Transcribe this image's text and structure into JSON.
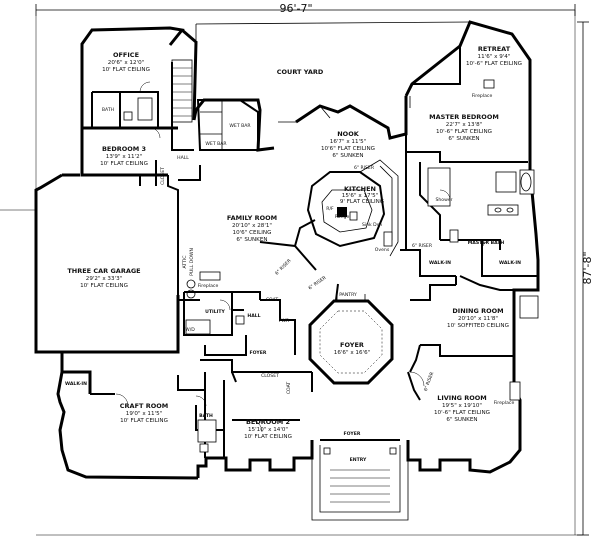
{
  "dimensions": {
    "width": "96'-7\"",
    "depth": "87'-8\""
  },
  "rooms": {
    "office": {
      "name": "OFFICE",
      "size": "20'6\" x 12'0\"",
      "ceiling": "10' FLAT CEILING"
    },
    "court_yard": {
      "name": "COURT YARD"
    },
    "retreat": {
      "name": "RETREAT",
      "size": "11'6\" x 9'4\"",
      "ceiling": "10'-6\" FLAT CEILING"
    },
    "bath_upper": {
      "name": "BATH"
    },
    "bedroom3": {
      "name": "BEDROOM 3",
      "size": "13'9\" x 11'2\"",
      "ceiling": "10' FLAT CEILING"
    },
    "wet_bar_1": {
      "name": "WET BAR"
    },
    "wet_bar_2": {
      "name": "WET BAR"
    },
    "master_bedroom": {
      "name": "MASTER BEDROOM",
      "size": "22'7\" x 13'8\"",
      "ceiling": "10'-6\" FLAT CEILING",
      "note": "6\" SUNKEN"
    },
    "nook": {
      "name": "NOOK",
      "size": "16'7\" x 11'5\"",
      "ceiling": "10'6\" FLAT CEILING",
      "note": "6\" SUNKEN"
    },
    "hall_upper": {
      "name": "HALL"
    },
    "closet_upper": {
      "name": "CLOSET"
    },
    "kitchen": {
      "name": "KITCHEN",
      "size": "15'6\" x 17'5\"",
      "ceiling": "9' FLAT CEILING"
    },
    "master_bath": {
      "name": "MASTER BATH"
    },
    "family_room": {
      "name": "FAMILY ROOM",
      "size": "20'10\" x 28'1\"",
      "ceiling": "10'6\" CEILING",
      "note": "6\" SUNKEN"
    },
    "garage": {
      "name": "THREE CAR GARAGE",
      "size": "29'2\" x 33'3\"",
      "ceiling": "10' FLAT CEILING"
    },
    "walk_in_1": {
      "name": "WALK-IN"
    },
    "walk_in_2": {
      "name": "WALK-IN"
    },
    "utility": {
      "name": "UTILITY"
    },
    "coat_1": {
      "name": "COAT"
    },
    "pantry": {
      "name": "PANTRY"
    },
    "hall_lower": {
      "name": "HALL"
    },
    "pwr": {
      "name": "PWR"
    },
    "dining_room": {
      "name": "DINING ROOM",
      "size": "20'10\" x 11'8\"",
      "ceiling": "10' SOFFITED CEILING"
    },
    "foyer_main": {
      "name": "FOYER",
      "size": "16'6\" x 16'6\""
    },
    "foyer_side": {
      "name": "FOYER"
    },
    "closet_lower": {
      "name": "CLOSET"
    },
    "coat_2": {
      "name": "COAT"
    },
    "walk_in_craft": {
      "name": "WALK-IN"
    },
    "craft_room": {
      "name": "CRAFT ROOM",
      "size": "19'0\" x 11'5\"",
      "ceiling": "10' FLAT CEILING"
    },
    "bath_lower": {
      "name": "BATH"
    },
    "bedroom2": {
      "name": "BEDROOM 2",
      "size": "15'10\" x 14'0\"",
      "ceiling": "10' FLAT CEILING"
    },
    "living_room": {
      "name": "LIVING ROOM",
      "size": "19'5\" x 19'10\"",
      "ceiling": "10'-6\" FLAT CEILING",
      "note": "6\" SUNKEN"
    },
    "foyer_entry": {
      "name": "FOYER"
    },
    "entry": {
      "name": "ENTRY"
    }
  },
  "labels": {
    "fireplace_retreat": "Fireplace",
    "fireplace_living": "Fireplace",
    "fireplace_family": "Fireplace",
    "riser_nook": "6\" RISER",
    "riser_master": "6\" RISER",
    "riser_family": "6\" RISER",
    "riser_pantry": "6\" RISER",
    "riser_dining": "6\" RISER",
    "range": "Range",
    "ovens": "Ovens",
    "sink_dw": "Sink Dsh",
    "ref": "R/F",
    "fridge": "Ref.",
    "wd": "W/D",
    "attic": "ATTIC",
    "his_shower": "Shower",
    "pull_down": "PULL DOWN"
  }
}
